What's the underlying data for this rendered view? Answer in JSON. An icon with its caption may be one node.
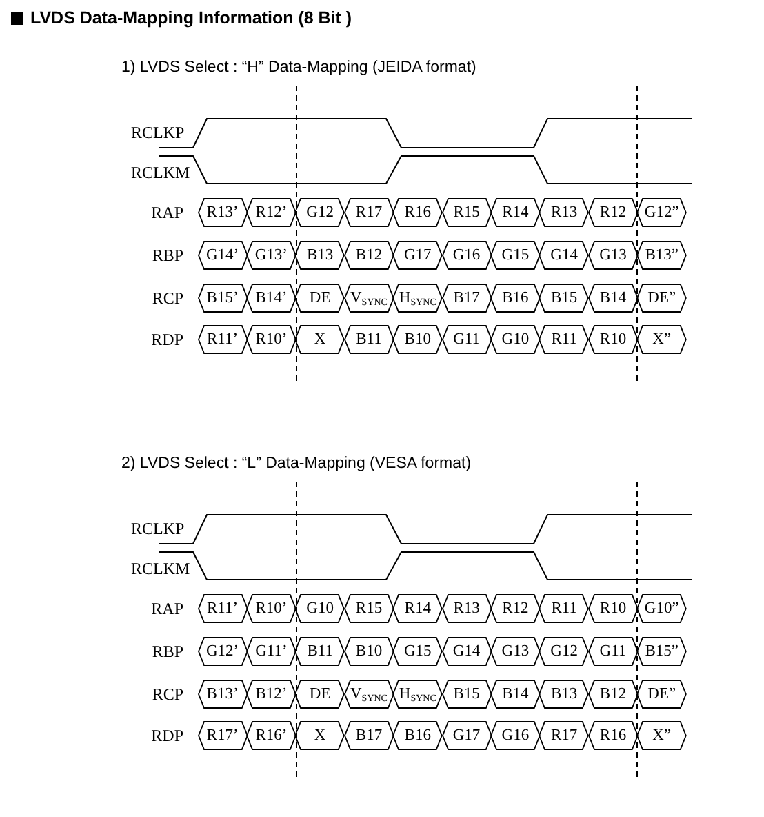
{
  "diagram": {
    "title": "LVDS Data-Mapping Information (8 Bit )",
    "nodes": [
      {
        "text": [
          "R13’"
        ]
      },
      {
        "text": [
          "R12’"
        ]
      },
      {
        "text": [
          "G12"
        ]
      },
      {
        "text": [
          "R17"
        ]
      },
      {
        "text": [
          "R16"
        ]
      },
      {
        "text": [
          "R15"
        ]
      },
      {
        "text": [
          "R14"
        ]
      },
      {
        "text": [
          "R13"
        ]
      },
      {
        "text": [
          "R12"
        ]
      },
      {
        "text": [
          "G12”"
        ]
      },
      {
        "text": [
          "G14’"
        ]
      },
      {
        "text": [
          "G13’"
        ]
      },
      {
        "text": [
          "B13"
        ]
      },
      {
        "text": [
          "B12"
        ]
      },
      {
        "text": [
          "G17"
        ]
      },
      {
        "text": [
          "G16"
        ]
      },
      {
        "text": [
          "G15"
        ]
      },
      {
        "text": [
          "G14"
        ]
      },
      {
        "text": [
          "G13"
        ]
      },
      {
        "text": [
          "B13”"
        ]
      },
      {
        "text": [
          "B15’"
        ]
      },
      {
        "text": [
          "B14’"
        ]
      },
      {
        "text": [
          "DE"
        ]
      },
      {
        "text": [
          "V$_{SYNC}$"
        ]
      },
      {
        "text": [
          "H$_{SYNC}$"
        ]
      },
      {
        "text": [
          "B17"
        ]
      },
      {
        "text": [
          "B16"
        ]
      },
      {
        "text": [
          "B15"
        ]
      },
      {
        "text": [
          "B14"
        ]
      },
      {
        "text": [
          "DE”"
        ]
      },
      {
        "text": [
          "R11’"
        ]
      },
      {
        "text": [
          "R10’"
        ]
      },
      {
        "text": [
          "X"
        ]
      },
      {
        "text": [
          "B11"
        ]
      },
      {
        "text": [
          "B10"
        ]
      },
      {
        "text": [
          "G11"
        ]
      },
      {
        "text": [
          "G10"
        ]
      },
      {
        "text": [
          "R11"
        ]
      },
      {
        "text": [
          "R10"
        ]
      },
      {
        "text": [
          "X”"
        ]
      },
      {
        "text": [
          "R11’"
        ]
      },
      {
        "text": [
          "R10’"
        ]
      },
      {
        "text": [
          "G10"
        ]
      },
      {
        "text": [
          "R15"
        ]
      },
      {
        "text": [
          "R14"
        ]
      },
      {
        "text": [
          "R13"
        ]
      },
      {
        "text": [
          "R12"
        ]
      },
      {
        "text": [
          "R11"
        ]
      },
      {
        "text": [
          "R10"
        ]
      },
      {
        "text": [
          "G10”"
        ]
      },
      {
        "text": [
          "G12’"
        ]
      },
      {
        "text": [
          "G11’"
        ]
      },
      {
        "text": [
          "B11"
        ]
      },
      {
        "text": [
          "B10"
        ]
      },
      {
        "text": [
          "G15"
        ]
      },
      {
        "text": [
          "G14"
        ]
      },
      {
        "text": [
          "G13"
        ]
      },
      {
        "text": [
          "G12"
        ]
      },
      {
        "text": [
          "G11"
        ]
      },
      {
        "text": [
          "B15”"
        ]
      },
      {
        "text": [
          "B13’"
        ]
      },
      {
        "text": [
          "B12’"
        ]
      },
      {
        "text": [
          "DE"
        ]
      },
      {
        "text": [
          "V$_{SYNC}$"
        ]
      },
      {
        "text": [
          "H$_{SYNC}$"
        ]
      },
      {
        "text": [
          "B15"
        ]
      },
      {
        "text": [
          "B14"
        ]
      },
      {
        "text": [
          "B13"
        ]
      },
      {
        "text": [
          "B12"
        ]
      },
      {
        "text": [
          "DE”"
        ]
      },
      {
        "text": [
          "R17’"
        ]
      },
      {
        "text": [
          "R16’"
        ]
      },
      {
        "text": [
          "X"
        ]
      },
      {
        "text": [
          "B17"
        ]
      },
      {
        "text": [
          "B16"
        ]
      },
      {
        "text": [
          "G17"
        ]
      },
      {
        "text": [
          "G16"
        ]
      },
      {
        "text": [
          "R17"
        ]
      },
      {
        "text": [
          "R16"
        ]
      },
      {
        "text": [
          "X”"
        ]
      }
    ],
    "labels": [
      "1) LVDS Select : “H” Data-Mapping (JEIDA format)",
      "RCLKP",
      "RCLKM",
      "RAP",
      "RBP",
      "RCP",
      "RDP",
      "2) LVDS Select : “L” Data-Mapping (VESA format)",
      "RCLKP",
      "RCLKM",
      "RAP",
      "RBP",
      "RCP",
      "RDP"
    ]
  }
}
